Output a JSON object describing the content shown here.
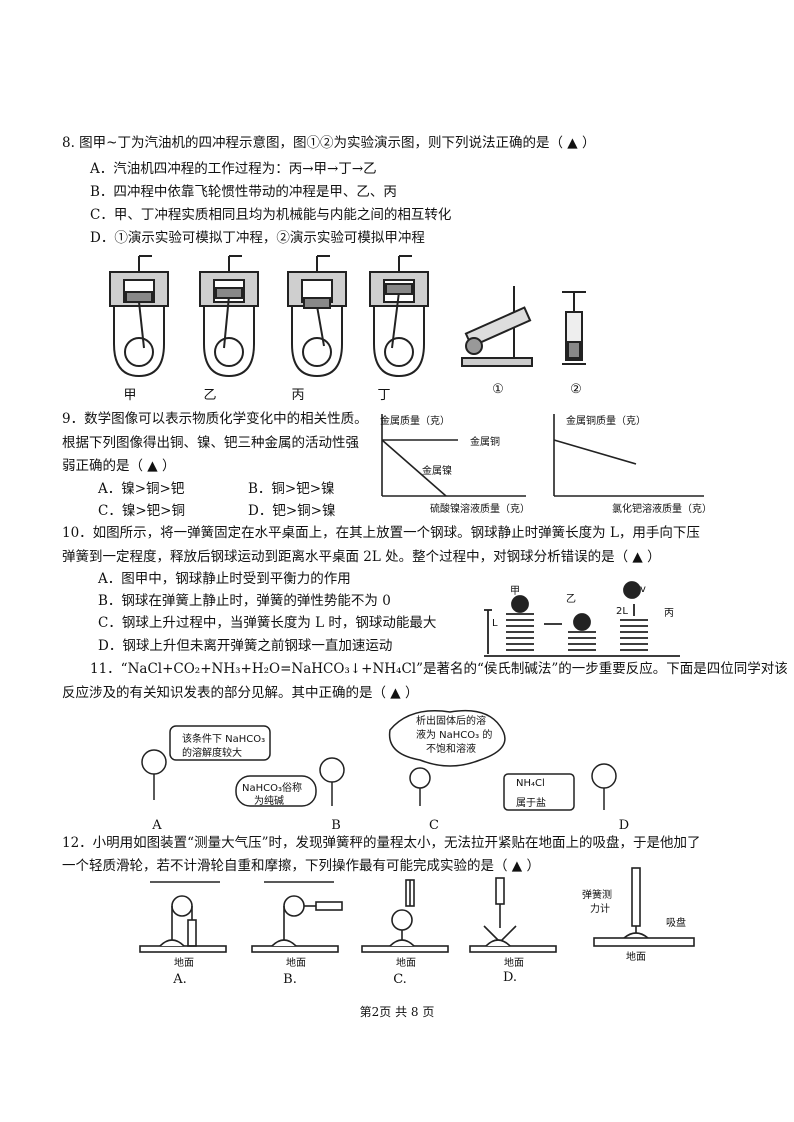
{
  "q8": {
    "stem": "8. 图甲~丁为汽油机的四冲程示意图，图①②为实验演示图，则下列说法正确的是（ ▲ ）",
    "options": [
      "A．汽油机四冲程的工作过程为：丙→甲→丁→乙",
      "B．四冲程中依靠飞轮惯性带动的冲程是甲、乙、丙",
      "C．甲、丁冲程实质相同且均为机械能与内能之间的相互转化",
      "D．①演示实验可模拟丁冲程，②演示实验可模拟甲冲程"
    ],
    "captions": [
      "甲",
      "乙",
      "丙",
      "丁",
      "①",
      "②"
    ]
  },
  "q9": {
    "stem1": "9．数学图像可以表示物质化学变化中的相关性质。",
    "stem2": "根据下列图像得出铜、镍、钯三种金属的活动性强",
    "stem3": "弱正确的是（ ▲ ）",
    "options": [
      "A．镍>铜>钯",
      "B．铜>钯>镍",
      "C．镍>钯>铜",
      "D．钯>铜>镍"
    ],
    "graph1": {
      "ylabel": "金属质量（克）",
      "xlabel": "硫酸镍溶液质量（克）",
      "line1": "金属铜",
      "line2": "金属镍"
    },
    "graph2": {
      "ylabel": "金属铜质量（克）",
      "xlabel": "氯化钯溶液质量（克）"
    }
  },
  "q10": {
    "stem1": "10．如图所示，将一弹簧固定在水平桌面上，在其上放置一个钢球。钢球静止时弹簧长度为 L，用手向下压",
    "stem2": "弹簧到一定程度，释放后钢球运动到距离水平桌面 2L 处。整个过程中，对钢球分析错误的是（ ▲ ）",
    "options": [
      "A．图甲中，钢球静止时受到平衡力的作用",
      "B．钢球在弹簧上静止时，弹簧的弹性势能不为 0",
      "C．钢球上升过程中，当弹簧长度为 L 时，钢球动能最大",
      "D．钢球上升但未离开弹簧之前钢球一直加速运动"
    ],
    "labels": [
      "甲",
      "乙",
      "丙",
      "L",
      "2L",
      "v"
    ]
  },
  "q11": {
    "stem1": "11．“NaCl+CO₂+NH₃+H₂O=NaHCO₃↓+NH₄Cl”是著名的“侯氏制碱法”的一步重要反应。下面是四位同学对该",
    "stem2": "反应涉及的有关知识发表的部分见解。其中正确的是（ ▲ ）",
    "bubbles": {
      "a1": "该条件下 NaHCO₃",
      "a2": "的溶解度较大",
      "b1": "NaHCO₃俗称",
      "b2": "为纯碱",
      "c1": "析出固体后的溶",
      "c2": "液为 NaHCO₃ 的",
      "c3": "不饱和溶液",
      "d1": "NH₄Cl",
      "d2": "属于盐"
    },
    "captions": [
      "A",
      "B",
      "C",
      "D"
    ]
  },
  "q12": {
    "stem1": "12．小明用如图装置“测量大气压”时，发现弹簧秤的量程太小，无法拉开紧贴在地面上的吸盘，于是他加了",
    "stem2": "一个轻质滑轮，若不计滑轮自重和摩擦，下列操作最有可能完成实验的是（ ▲ ）",
    "ground": "地面",
    "captions": [
      "A.",
      "B.",
      "C.",
      "D."
    ],
    "right_labels": {
      "meter1": "弹簧测",
      "meter2": "力计",
      "cup": "吸盘",
      "ground": "地面"
    }
  },
  "footer": "第2页  共 8 页"
}
